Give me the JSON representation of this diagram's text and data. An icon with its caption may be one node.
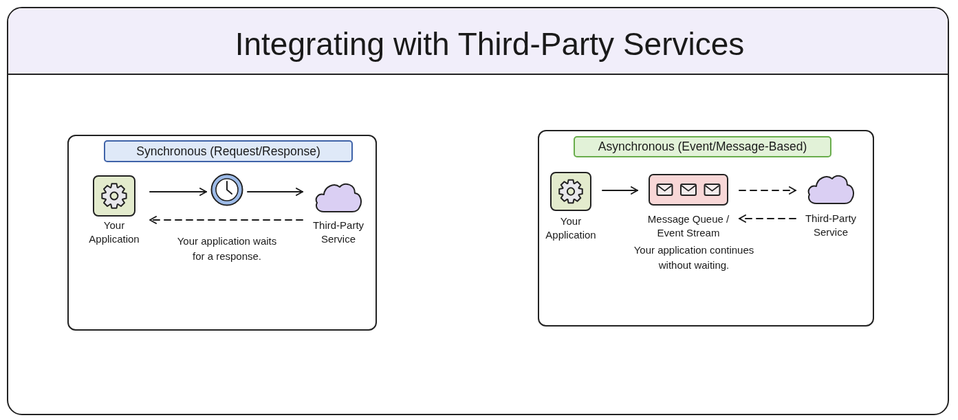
{
  "diagram": {
    "title": "Integrating with Third-Party Services",
    "nodes": [
      {
        "text": [
          "Synchronous (Request/Response)"
        ]
      },
      {
        "text": [
          "Your Application"
        ],
        "in": 0
      },
      {
        "text": [],
        "shape": "circle",
        "in": 0
      },
      {
        "text": [
          "Third-Party Service"
        ],
        "in": 0
      },
      {
        "text": [
          "Asynchronous (Event/Message-Based)"
        ]
      },
      {
        "text": [
          "Your Application"
        ],
        "in": 4
      },
      {
        "text": [
          "Message Queue / Event Stream"
        ],
        "in": 4
      },
      {
        "text": [
          "Third-Party Service"
        ],
        "in": 4
      }
    ],
    "edges": [
      {
        "from": 1,
        "to": 2,
        "arrow": "to"
      },
      {
        "from": 2,
        "to": 3,
        "arrow": "to"
      },
      {
        "from": 3,
        "to": 1,
        "arrow": "to",
        "style": "dashed"
      },
      {
        "from": 5,
        "to": 6,
        "arrow": "to"
      },
      {
        "from": 6,
        "to": 7,
        "arrow": "to",
        "style": "dashed"
      },
      {
        "from": 7,
        "to": 6,
        "arrow": "to",
        "style": "dashed"
      }
    ],
    "labels": [
      "Your application waits for a response.",
      "Your application continues without waiting."
    ]
  }
}
